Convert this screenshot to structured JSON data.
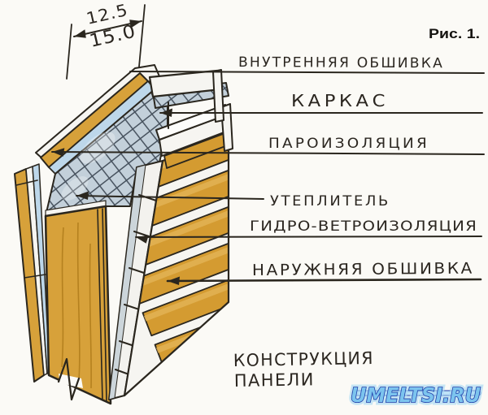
{
  "figure": {
    "caption": "Рис. 1.",
    "name_line1": "КОНСТРУКЦИЯ",
    "name_line2": "ПАНЕЛИ"
  },
  "dimension": {
    "upper": "12.5",
    "lower": "15.0"
  },
  "labels": [
    {
      "id": "inner-sheathing",
      "text": "ВНУТРЕННЯЯ ОБШИВКА"
    },
    {
      "id": "frame",
      "text": "КАРКАС"
    },
    {
      "id": "vapor-barrier",
      "text": "ПАРОИЗОЛЯЦИЯ"
    },
    {
      "id": "insulation",
      "text": "УТЕПЛИТЕЛЬ"
    },
    {
      "id": "hydro-wind-barrier",
      "text": "ГИДРО-ВЕТРОИЗОЛЯЦИЯ"
    },
    {
      "id": "outer-sheathing",
      "text": "НАРУЖНЯЯ ОБШИВКА"
    }
  ],
  "watermark": {
    "text": "UMELTSI.RU"
  },
  "colors": {
    "paper": "#fbfaf6",
    "wood": "#d7a13a",
    "wood_highlight": "#e4b659",
    "vapor_blue": "#bdd7ea",
    "mesh_fill": "#c3d0da",
    "mesh_line": "#47525e",
    "outline": "#2a261e",
    "watermark_fill": "#7cc4ee",
    "watermark_stroke": "#1c3ba8"
  }
}
